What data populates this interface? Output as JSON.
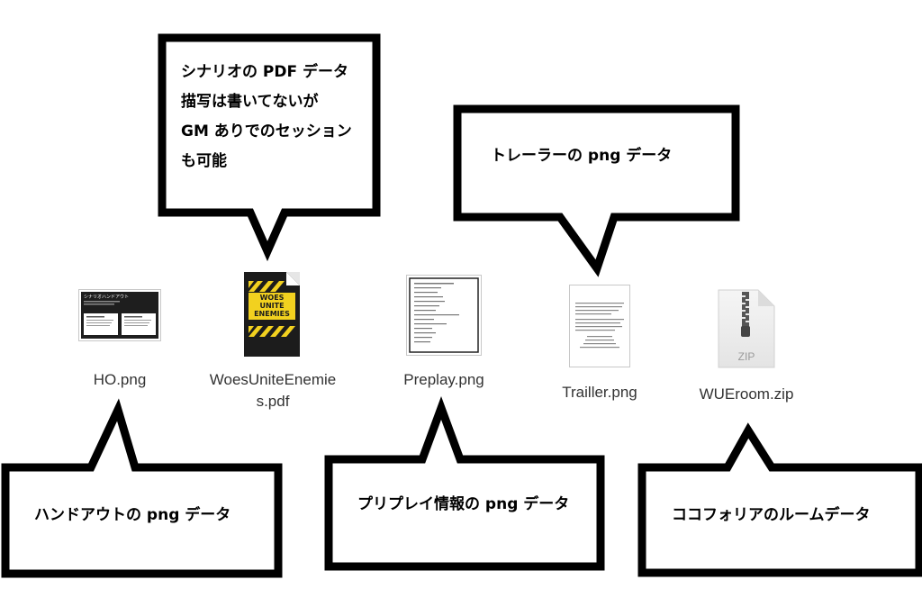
{
  "callouts": {
    "pdf": [
      "シナリオの PDF データ",
      "描写は書いてないが",
      "GM ありでのセッション",
      "も可能"
    ],
    "trailer": "トレーラーの png データ",
    "handout": "ハンドアウトの png データ",
    "preplay": "プリプレイ情報の png データ",
    "room": "ココフォリアのルームデータ"
  },
  "files": {
    "ho": "HO.png",
    "pdf_line1": "WoesUniteEnemie",
    "pdf_line2": "s.pdf",
    "preplay": "Preplay.png",
    "trailer": "Trailler.png",
    "zip": "WUEroom.zip"
  },
  "thumbs": {
    "ho_header": "シナリオハンドアウト",
    "pdf_title1": "WOES",
    "pdf_title2": "UNITE",
    "pdf_title3": "ENEMIES",
    "zip_label": "ZIP"
  },
  "colors": {
    "pdf_yellow": "#f2d11f",
    "pdf_dark": "#1c1c1c",
    "bubble_border": "#000000"
  }
}
